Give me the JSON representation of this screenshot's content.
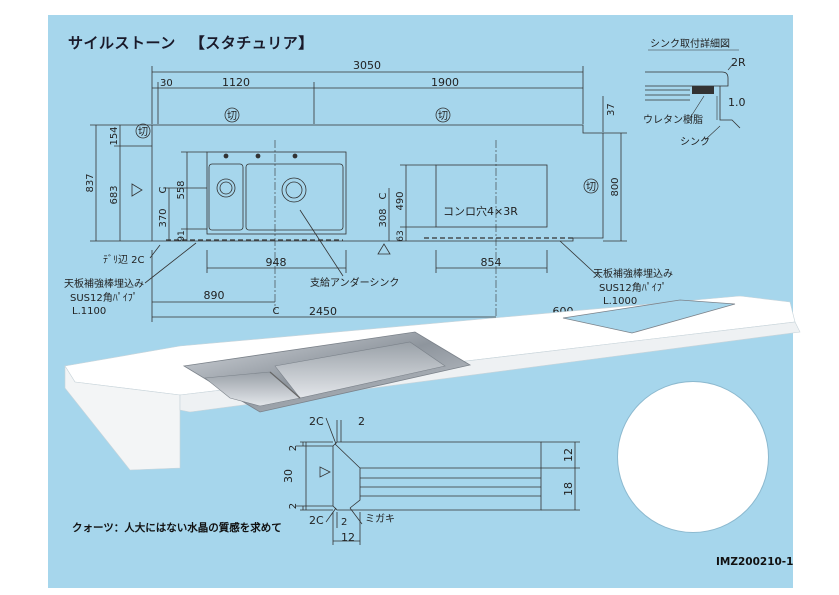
{
  "sheet": {
    "title": "サイルストーン",
    "subtitle": "【スタチュリア】",
    "quartz_caption": "クォーツ：人大にはない水晶の質感を求めて",
    "drawing_code": "IMZ200210-1"
  },
  "plan": {
    "dim_total": "3050",
    "dim_left_offset": "30",
    "dim_sink_span": "1120",
    "dim_right_span": "1900",
    "dim_depth_total": "837",
    "dim_back": "154",
    "dim_inner_depth": "683",
    "dim_sink_depth": "558",
    "dim_to_sink": "370",
    "dim_front_sink": "91",
    "dim_sink_width": "948",
    "dim_hob_width": "854",
    "dim_hob_depth": "490",
    "dim_hob_front": "63",
    "dim_hob_offset": "308",
    "dim_right_depth": "800",
    "dim_right_back": "37",
    "dim_center_sink": "890",
    "dim_center_hob": "2450",
    "dim_right_end": "600",
    "cut_mark": "切",
    "center_mark": "C",
    "edge_note": "ﾃﾞﾘ辺 2C",
    "reinforce_left_title": "天板補強棒埋込み",
    "reinforce_left_spec": "SUS12角ﾊﾟｲﾌﾟ",
    "reinforce_left_len": "L.1100",
    "reinforce_right_title": "天板補強棒埋込み",
    "reinforce_right_spec": "SUS12角ﾊﾟｲﾌﾟ",
    "reinforce_right_len": "L.1000",
    "sink_note": "支給アンダーシンク",
    "hob_note": "コンロ穴4×3R"
  },
  "detail_sink": {
    "title": "シンク取付詳細図",
    "radius": "2R",
    "gap": "1.0",
    "urethane": "ウレタン樹脂",
    "sink": "シンク"
  },
  "detail_edge": {
    "chamfer_top": "2C",
    "gap_top": "2",
    "height_30": "30",
    "gap_2": "2",
    "right_12": "12",
    "right_18": "18",
    "chamfer_bottom": "2C",
    "bottom_2": "2",
    "bottom_12": "12",
    "polish": "ミガキ"
  }
}
